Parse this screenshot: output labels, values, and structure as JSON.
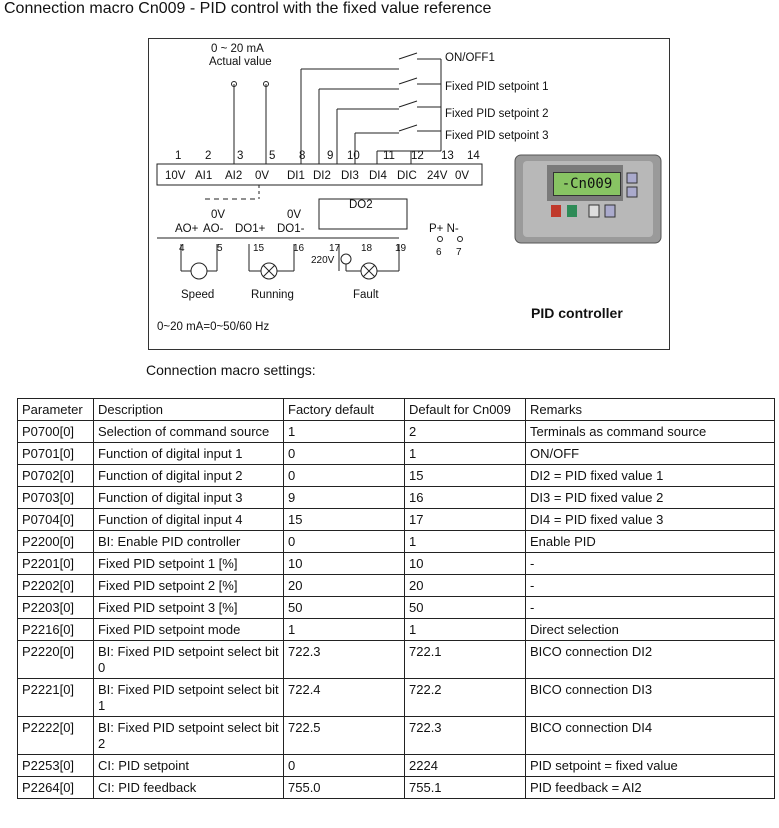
{
  "page": {
    "title": "Connection macro Cn009 - PID control with the fixed value reference",
    "settings_caption": "Connection macro settings:"
  },
  "diagram": {
    "actual_value_range": "0 ~ 20 mA",
    "actual_value_label": "Actual value",
    "switch_labels": [
      "ON/OFF1",
      "Fixed PID setpoint 1",
      "Fixed PID setpoint 2",
      "Fixed PID setpoint 3"
    ],
    "terminal_numbers_top": [
      "1",
      "2",
      "3",
      "5",
      "8",
      "9",
      "10",
      "11",
      "12",
      "13",
      "14"
    ],
    "terminal_names_top": [
      "10V",
      "AI1",
      "AI2",
      "0V",
      "DI1",
      "DI2",
      "DI3",
      "DI4",
      "DIC",
      "24V",
      "0V"
    ],
    "ov_label_1": "0V",
    "ov_label_2": "0V",
    "do2_label": "DO2",
    "terminal_names_bottom": [
      "AO+",
      "AO-",
      "DO1+",
      "DO1-"
    ],
    "pn_label": "P+ N-",
    "terminal_numbers_bottom": [
      "4",
      "5",
      "15",
      "16",
      "17",
      "18",
      "19",
      "6",
      "7"
    ],
    "voltage_label": "220V",
    "output_labels": [
      "Speed",
      "Running",
      "Fault"
    ],
    "scale_note": "0~20 mA=0~50/60 Hz",
    "controller_label": "PID controller",
    "lcd_text": "-Cn009",
    "icons": [
      "meter-icon",
      "lamp-icon",
      "switch-icon",
      "operator-panel-icon"
    ]
  },
  "table": {
    "headers": [
      "Parameter",
      "Description",
      "Factory default",
      "Default for Cn009",
      "Remarks"
    ],
    "rows": [
      [
        "P0700[0]",
        "Selection of command source",
        "1",
        "2",
        "Terminals as command source"
      ],
      [
        "P0701[0]",
        "Function of digital input 1",
        "0",
        "1",
        "ON/OFF"
      ],
      [
        "P0702[0]",
        "Function of digital input 2",
        "0",
        "15",
        "DI2 = PID fixed value 1"
      ],
      [
        "P0703[0]",
        "Function of digital input 3",
        "9",
        "16",
        "DI3 = PID fixed value 2"
      ],
      [
        "P0704[0]",
        "Function of digital input 4",
        "15",
        "17",
        "DI4 = PID fixed value 3"
      ],
      [
        "P2200[0]",
        "BI: Enable PID controller",
        "0",
        "1",
        "Enable PID"
      ],
      [
        "P2201[0]",
        "Fixed PID setpoint 1 [%]",
        "10",
        "10",
        "-"
      ],
      [
        "P2202[0]",
        "Fixed PID setpoint 2 [%]",
        "20",
        "20",
        "-"
      ],
      [
        "P2203[0]",
        "Fixed PID setpoint 3 [%]",
        "50",
        "50",
        "-"
      ],
      [
        "P2216[0]",
        "Fixed PID setpoint mode",
        "1",
        "1",
        "Direct selection"
      ],
      [
        "P2220[0]",
        "BI: Fixed PID setpoint select bit 0",
        "722.3",
        "722.1",
        "BICO connection DI2"
      ],
      [
        "P2221[0]",
        "BI: Fixed PID setpoint select bit 1",
        "722.4",
        "722.2",
        "BICO connection DI3"
      ],
      [
        "P2222[0]",
        "BI: Fixed PID setpoint select bit 2",
        "722.5",
        "722.3",
        "BICO connection DI4"
      ],
      [
        "P2253[0]",
        "CI: PID setpoint",
        "0",
        "2224",
        "PID setpoint = fixed value"
      ],
      [
        "P2264[0]",
        "CI: PID feedback",
        "755.0",
        "755.1",
        "PID feedback = AI2"
      ]
    ]
  }
}
